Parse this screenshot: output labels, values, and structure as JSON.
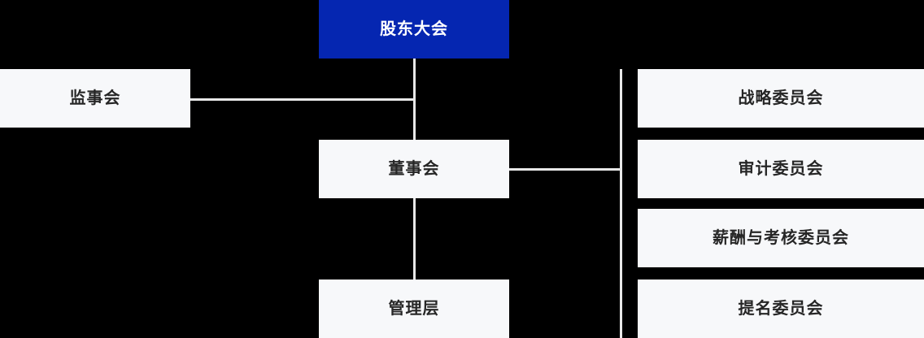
{
  "chart_data": {
    "type": "diagram",
    "subtype": "organizational-hierarchy",
    "title": "",
    "colors": {
      "background": "#000000",
      "primary_node_fill": "#0526B1",
      "primary_node_text": "#FFFFFF",
      "node_fill": "#F7F8FA",
      "node_text": "#262626",
      "connector": "#E8E8E8"
    },
    "nodes": [
      {
        "id": "shareholders",
        "label": "股东大会",
        "level": 0,
        "style": "primary"
      },
      {
        "id": "supervisors",
        "label": "监事会",
        "level": 1,
        "style": "light"
      },
      {
        "id": "board",
        "label": "董事会",
        "level": 1,
        "style": "light"
      },
      {
        "id": "management",
        "label": "管理层",
        "level": 2,
        "style": "light"
      },
      {
        "id": "strategy",
        "label": "战略委员会",
        "level": 2,
        "style": "light"
      },
      {
        "id": "audit",
        "label": "审计委员会",
        "level": 2,
        "style": "light"
      },
      {
        "id": "remuneration",
        "label": "薪酬与考核委员会",
        "level": 2,
        "style": "light"
      },
      {
        "id": "nomination",
        "label": "提名委员会",
        "level": 2,
        "style": "light"
      }
    ],
    "edges": [
      {
        "from": "shareholders",
        "to": "board"
      },
      {
        "from": "shareholders",
        "to": "supervisors"
      },
      {
        "from": "board",
        "to": "management"
      },
      {
        "from": "board",
        "to": "strategy"
      },
      {
        "from": "board",
        "to": "audit"
      },
      {
        "from": "board",
        "to": "remuneration"
      },
      {
        "from": "board",
        "to": "nomination"
      }
    ]
  },
  "chart": {
    "shareholders": {
      "label": "股东大会"
    },
    "supervisors": {
      "label": "监事会"
    },
    "board": {
      "label": "董事会"
    },
    "management": {
      "label": "管理层"
    },
    "committees": [
      {
        "label": "战略委员会"
      },
      {
        "label": "审计委员会"
      },
      {
        "label": "薪酬与考核委员会"
      },
      {
        "label": "提名委员会"
      }
    ]
  }
}
